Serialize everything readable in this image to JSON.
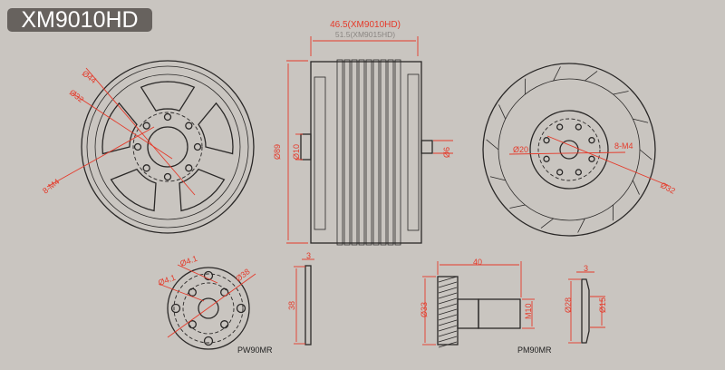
{
  "title": "XM9010HD",
  "colors": {
    "dimension": "#e53a2a",
    "background": "#c9c5c0",
    "title_bg": "#67625e"
  },
  "front_view": {
    "outer_dia": "Ø44",
    "bolt_circle": "Ø32",
    "threads": "8-M4"
  },
  "side_view": {
    "length_primary": "46.5(XM9010HD)",
    "length_secondary": "51.5(XM9015HD)",
    "body_dia": "Ø89",
    "hub_dia": "Ø10",
    "shaft_dia": "Ø6"
  },
  "rear_view": {
    "inner_dia": "Ø20",
    "threads": "8-M4",
    "bolt_circle": "Ø32"
  },
  "pw90mr": {
    "name": "PW90MR",
    "hole_dia_1": "Ø4.1",
    "hole_dia_2": "Ø4.1",
    "outer_dia": "Ø38",
    "height": "38",
    "thickness": "3"
  },
  "pm90mr": {
    "name": "PM90MR",
    "length": "40",
    "flange_dia": "Ø33",
    "thread": "M10",
    "washer_dia": "Ø28",
    "washer_inner": "Ø15",
    "washer_thickness": "3"
  }
}
